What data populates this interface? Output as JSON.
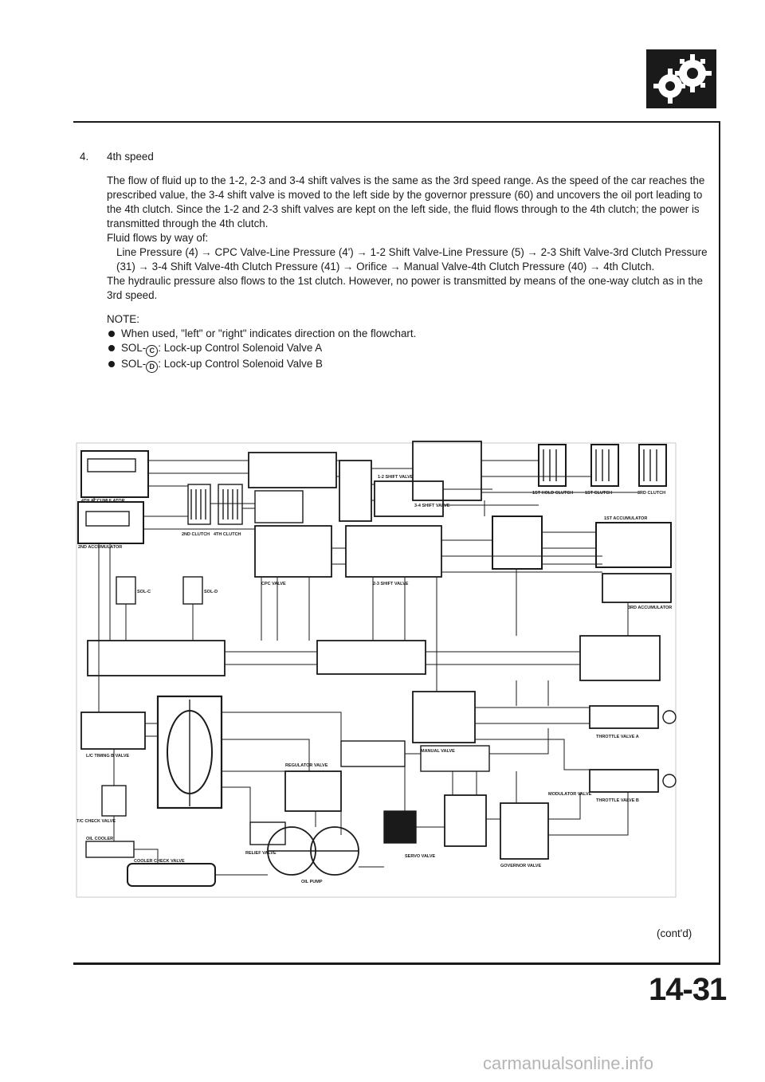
{
  "section": {
    "number": "4.",
    "title": "4th speed"
  },
  "body": {
    "p1": "The flow of fluid up to the 1-2, 2-3 and 3-4 shift valves is the same as the 3rd speed range. As the speed of the car reaches the prescribed value, the 3-4 shift valve is moved to the left side by the governor pressure (60) and uncovers the oil port leading to the 4th clutch. Since the 1-2 and 2-3 shift valves are kept on the left side, the fluid flows through to the 4th clutch; the power is transmitted through the 4th clutch.",
    "p2_intro": "Fluid flows by way of:",
    "p2_flow": "Line Pressure (4) → CPC Valve-Line Pressure (4') → 1-2 Shift Valve-Line Pressure (5) → 2-3 Shift Valve-3rd Clutch Pressure (31) → 3-4 Shift Valve-4th Clutch Pressure (41) → Orifice → Manual Valve-4th Clutch Pressure (40) → 4th Clutch.",
    "p3": "The hydraulic pressure also flows to the 1st clutch. However, no power is transmitted by means of the one-way clutch as in the 3rd speed."
  },
  "note": {
    "title": "NOTE:",
    "item1": "When used, \"left\" or \"right\" indicates direction on the flowchart.",
    "item2_prefix": "SOL-",
    "item2_letter": "C",
    "item2_text": ": Lock-up Control Solenoid Valve A",
    "item3_prefix": "SOL-",
    "item3_letter": "D",
    "item3_text": ": Lock-up Control Solenoid Valve B"
  },
  "diagram_labels": {
    "accum4": "4TH ACCUMULATOR",
    "accum2": "2ND ACCUMULATOR",
    "clutch2": "2ND CLUTCH",
    "clutch4": "4TH CLUTCH",
    "hold1": "1ST HOLD CLUTCH",
    "clutch1": "1ST CLUTCH",
    "clutch3": "3RD CLUTCH",
    "accum1": "1ST ACCUMULATOR",
    "accum3": "3RD ACCUMULATOR",
    "cpc": "CPC VALVE",
    "shift12": "1-2 SHIFT VALVE",
    "shift34": "3-4 SHIFT VALVE",
    "shift23": "2-3 SHIFT VALVE",
    "regulator": "REGULATOR VALVE",
    "manual": "MANUAL VALVE",
    "throttleA": "THROTTLE VALVE A",
    "throttleB": "THROTTLE VALVE B",
    "modulator": "MODULATOR VALVE",
    "governor": "GOVERNOR VALVE",
    "servo": "SERVO VALVE",
    "relief": "RELIEF VALVE",
    "oilpump": "OIL PUMP",
    "oilcooler": "OIL COOLER",
    "cooler_check": "COOLER CHECK VALVE",
    "tc_check": "T/C CHECK VALVE",
    "lc_timing": "L/C TIMING B VALVE",
    "sol_c": "SOL-C",
    "sol_d": "SOL-D"
  },
  "footer": {
    "contd": "(cont'd)",
    "page": "14-31",
    "watermark": "carmanualsonline.info"
  }
}
